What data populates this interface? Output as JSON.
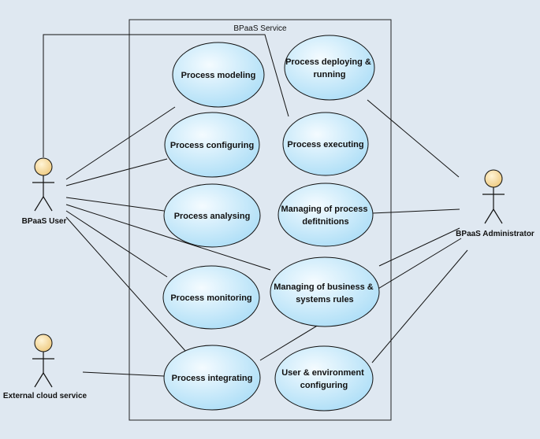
{
  "system": {
    "title": "BPaaS Service"
  },
  "actors": {
    "user": "BPaaS User",
    "admin": "BPaaS Administrator",
    "external": "External cloud service"
  },
  "use_cases": {
    "modeling": [
      "Process modeling"
    ],
    "deploying": [
      "Process deploying &",
      "running"
    ],
    "configuring": [
      "Process configuring"
    ],
    "executing": [
      "Process executing"
    ],
    "analysing": [
      "Process analysing"
    ],
    "managing_defs": [
      "Managing of process",
      "defitnitions"
    ],
    "monitoring": [
      "Process monitoring"
    ],
    "managing_rules": [
      "Managing of business &",
      "systems rules"
    ],
    "integrating": [
      "Process integrating"
    ],
    "user_env": [
      "User & environment",
      "configuring"
    ]
  },
  "colors": {
    "background": "#dfe8f1",
    "usecase_fill_light": "#eaf7ff",
    "usecase_fill_dark": "#a8dcf6",
    "actor_head": "#f7dfa4",
    "line": "#111111"
  }
}
